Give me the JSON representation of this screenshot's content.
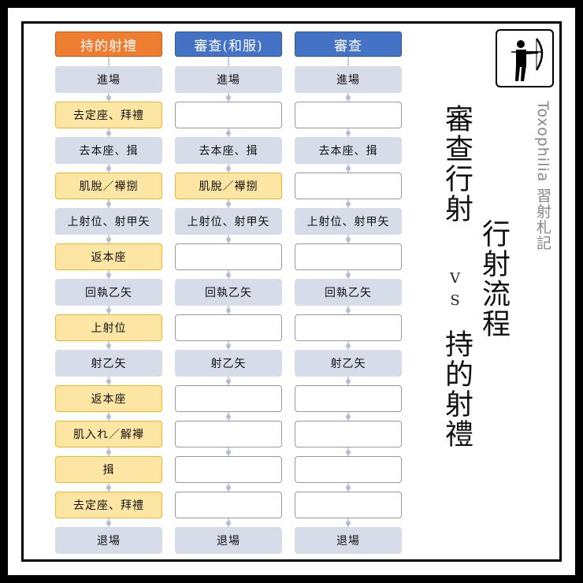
{
  "columns": [
    {
      "header": "持的射禮",
      "header_color": "#ed7d31",
      "steps": [
        {
          "label": "進場",
          "kind": "grey"
        },
        {
          "label": "去定座、拜禮",
          "kind": "yellow"
        },
        {
          "label": "去本座、揖",
          "kind": "grey"
        },
        {
          "label": "肌脫／襷捌",
          "kind": "yellow"
        },
        {
          "label": "上射位、射甲矢",
          "kind": "grey"
        },
        {
          "label": "返本座",
          "kind": "yellow"
        },
        {
          "label": "回執乙矢",
          "kind": "grey"
        },
        {
          "label": "上射位",
          "kind": "yellow"
        },
        {
          "label": "射乙矢",
          "kind": "grey"
        },
        {
          "label": "返本座",
          "kind": "yellow"
        },
        {
          "label": "肌入れ／解襷",
          "kind": "yellow"
        },
        {
          "label": "揖",
          "kind": "yellow"
        },
        {
          "label": "去定座、拜禮",
          "kind": "yellow"
        },
        {
          "label": "退場",
          "kind": "grey"
        }
      ]
    },
    {
      "header": "審查(和服)",
      "header_color": "#4472c4",
      "steps": [
        {
          "label": "進場",
          "kind": "grey"
        },
        {
          "label": "",
          "kind": "white"
        },
        {
          "label": "去本座、揖",
          "kind": "grey"
        },
        {
          "label": "肌脫／襷捌",
          "kind": "yellow"
        },
        {
          "label": "上射位、射甲矢",
          "kind": "grey"
        },
        {
          "label": "",
          "kind": "white"
        },
        {
          "label": "回執乙矢",
          "kind": "grey"
        },
        {
          "label": "",
          "kind": "white"
        },
        {
          "label": "射乙矢",
          "kind": "grey"
        },
        {
          "label": "",
          "kind": "white"
        },
        {
          "label": "",
          "kind": "white"
        },
        {
          "label": "",
          "kind": "white"
        },
        {
          "label": "",
          "kind": "white"
        },
        {
          "label": "退場",
          "kind": "grey"
        }
      ]
    },
    {
      "header": "審查",
      "header_color": "#4472c4",
      "steps": [
        {
          "label": "進場",
          "kind": "grey"
        },
        {
          "label": "",
          "kind": "white"
        },
        {
          "label": "去本座、揖",
          "kind": "grey"
        },
        {
          "label": "",
          "kind": "white"
        },
        {
          "label": "上射位、射甲矢",
          "kind": "grey"
        },
        {
          "label": "",
          "kind": "white"
        },
        {
          "label": "回執乙矢",
          "kind": "grey"
        },
        {
          "label": "",
          "kind": "white"
        },
        {
          "label": "射乙矢",
          "kind": "grey"
        },
        {
          "label": "",
          "kind": "white"
        },
        {
          "label": "",
          "kind": "white"
        },
        {
          "label": "",
          "kind": "white"
        },
        {
          "label": "",
          "kind": "white"
        },
        {
          "label": "退場",
          "kind": "grey"
        }
      ]
    }
  ],
  "title": {
    "part1": "審查行射",
    "part2": "行射流程",
    "vs": "VS",
    "part3": "持的射禮"
  },
  "brand": "Toxophilia 習射札記",
  "logo_icon": "archer-icon"
}
